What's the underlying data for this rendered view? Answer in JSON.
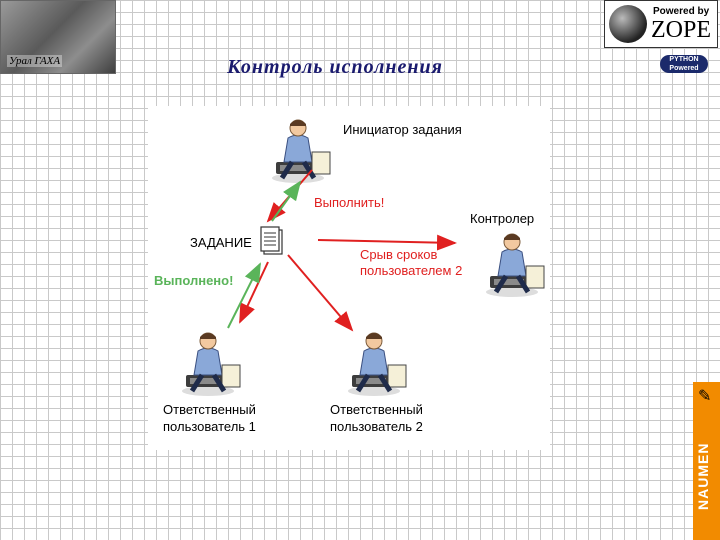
{
  "header": {
    "title": "Контроль исполнения",
    "left_logo_text": "Урал ГАХА"
  },
  "zope_logo": {
    "powered_by": "Powered by",
    "zope": "ZOPE"
  },
  "python_badge": {
    "line1": "PYTHON",
    "line2": "Powered"
  },
  "sidebar_brand": "NAUMEN",
  "diagram": {
    "task_label": "ЗАДАНИЕ",
    "initiator": "Инициатор задания",
    "controller": "Контролер",
    "user1_line1": "Ответственный",
    "user1_line2": "пользователь 1",
    "user2_line1": "Ответственный",
    "user2_line2": "пользователь 2",
    "execute_label": "Выполнить!",
    "done_label": "Выполнено!",
    "overdue_line1": "Срыв сроков",
    "overdue_line2": "пользователем 2",
    "colors": {
      "red": "#e02020",
      "green": "#5ab45a"
    }
  }
}
